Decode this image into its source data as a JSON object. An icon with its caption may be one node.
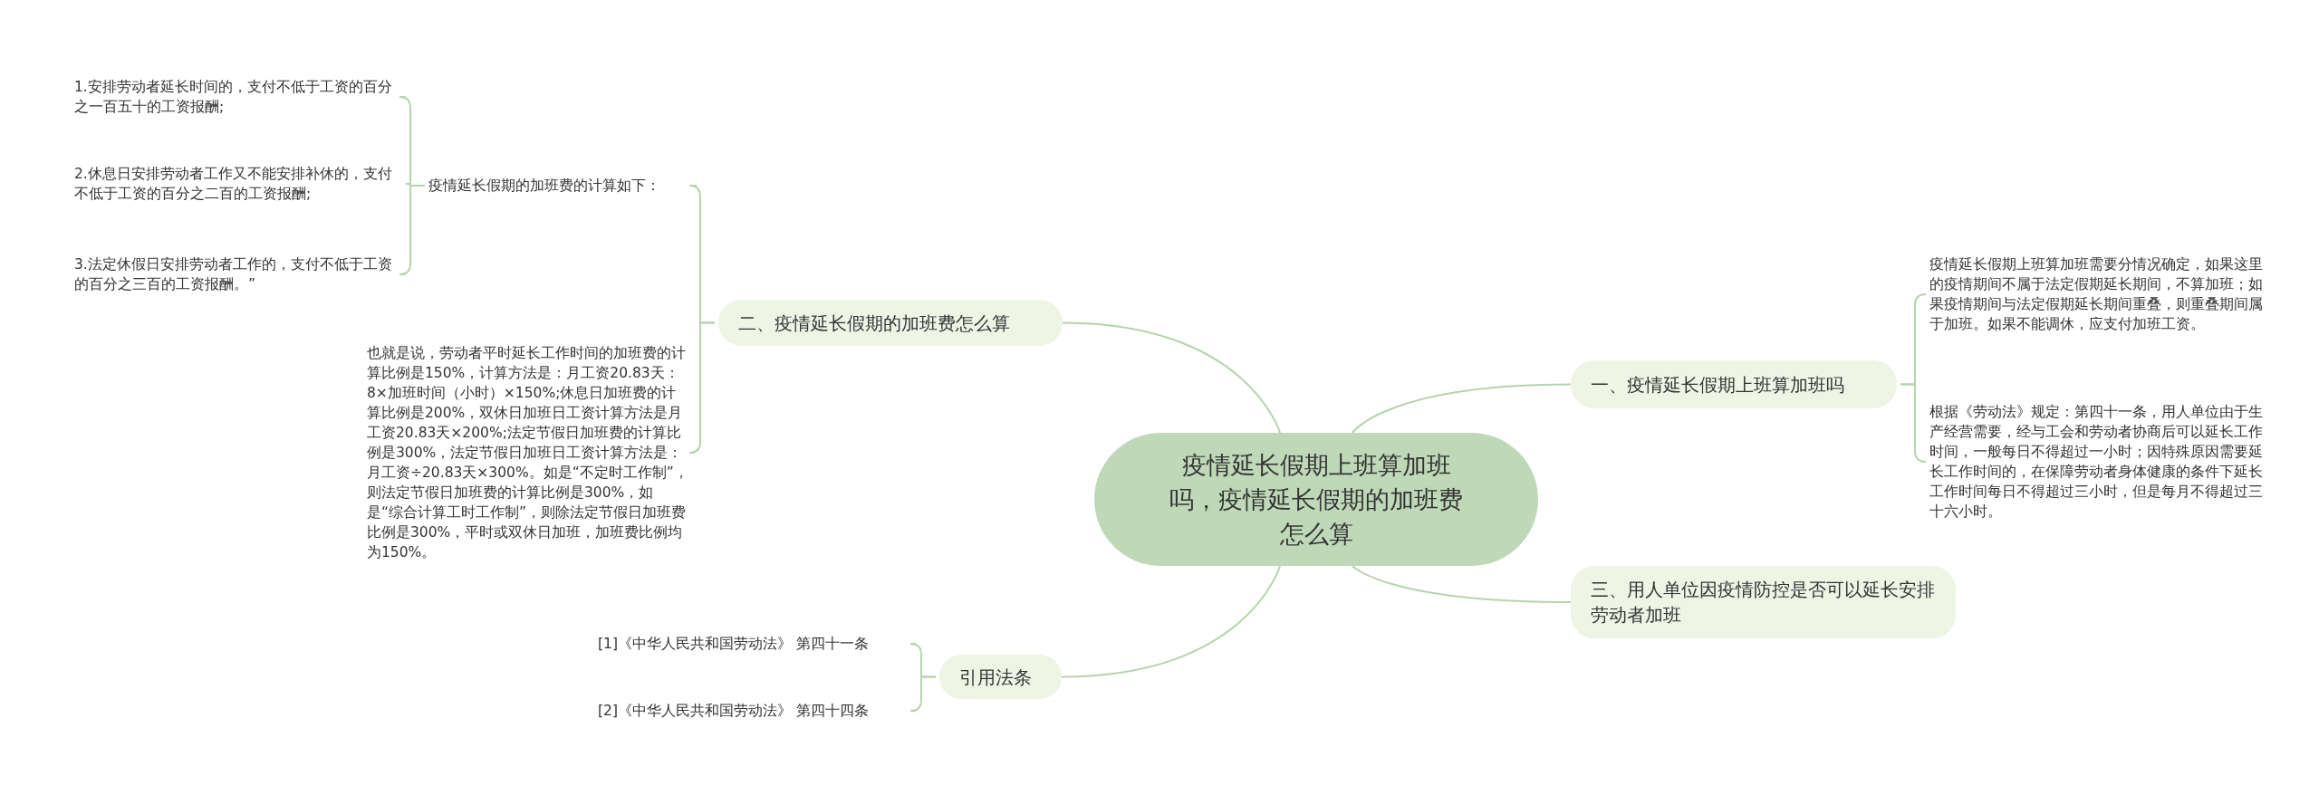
{
  "diagram": {
    "nodes": [
      {
        "text": [
          "疫情延长假期上班算加班吗，疫情延长假期的加班费怎么算"
        ]
      },
      {
        "text": [
          "一、疫情延长假期上班算加班吗"
        ]
      },
      {
        "text": [
          "疫情延长假期上班算加班需要分情况确定，如果这里的疫情期间不属于法定假期延长期间，不算加班；如果疫情期间与法定假期延长期间重叠，则重叠期间属于加班。如果不能调休，应支付加班工资。"
        ]
      },
      {
        "text": [
          "根据《劳动法》规定：第四十一条，用人单位由于生产经营需要，经与工会和劳动者协商后可以延长工作时间，一般每日不得超过一小时；因特殊原因需要延长工作时间的，在保障劳动者身体健康的条件下延长工作时间每日不得超过三小时，但是每月不得超过三十六小时。"
        ]
      },
      {
        "text": [
          "二、疫情延长假期的加班费怎么算"
        ]
      },
      {
        "text": [
          "疫情延长假期的加班费的计算如下："
        ]
      },
      {
        "text": [
          "1.安排劳动者延长时间的，支付不低于工资的百分之一百五十的工资报酬;"
        ]
      },
      {
        "text": [
          "2.休息日安排劳动者工作又不能安排补休的，支付不低于工资的百分之二百的工资报酬;"
        ]
      },
      {
        "text": [
          "3.法定休假日安排劳动者工作的，支付不低于工资的百分之三百的工资报酬。”"
        ]
      },
      {
        "text": [
          "也就是说，劳动者平时延长工作时间的加班费的计算比例是150%，计算方法是：月工资20.83天：8×加班时间（小时）×150%;休息日加班费的计算比例是200%，双休日加班日工资计算方法是月工资20.83天×200%;法定节假日加班费的计算比例是300%，法定节假日加班日工资计算方法是：月工资÷20.83天×300%。如是“不定时工作制”，则法定节假日加班费的计算比例是300%，如是“综合计算工时工作制”，则除法定节假日加班费比例是300%，平时或双休日加班，加班费比例均为150%。"
        ]
      },
      {
        "text": [
          "三、用人单位因疫情防控是否可以延长安排劳动者加班"
        ]
      },
      {
        "text": [
          "引用法条"
        ]
      },
      {
        "text": [
          "[1]《中华人民共和国劳动法》 第四十一条"
        ]
      },
      {
        "text": [
          "[2]《中华人民共和国劳动法》 第四十四条"
        ]
      }
    ],
    "edges": [
      {
        "from": 0,
        "to": 1,
        "arrow": "none"
      },
      {
        "from": 1,
        "to": 2,
        "arrow": "none"
      },
      {
        "from": 1,
        "to": 3,
        "arrow": "none"
      },
      {
        "from": 0,
        "to": 4,
        "arrow": "none"
      },
      {
        "from": 4,
        "to": 5,
        "arrow": "none"
      },
      {
        "from": 5,
        "to": 6,
        "arrow": "none"
      },
      {
        "from": 5,
        "to": 7,
        "arrow": "none"
      },
      {
        "from": 5,
        "to": 8,
        "arrow": "none"
      },
      {
        "from": 4,
        "to": 9,
        "arrow": "none"
      },
      {
        "from": 0,
        "to": 10,
        "arrow": "none"
      },
      {
        "from": 0,
        "to": 11,
        "arrow": "none"
      },
      {
        "from": 11,
        "to": 12,
        "arrow": "none"
      },
      {
        "from": 11,
        "to": 13,
        "arrow": "none"
      }
    ]
  }
}
